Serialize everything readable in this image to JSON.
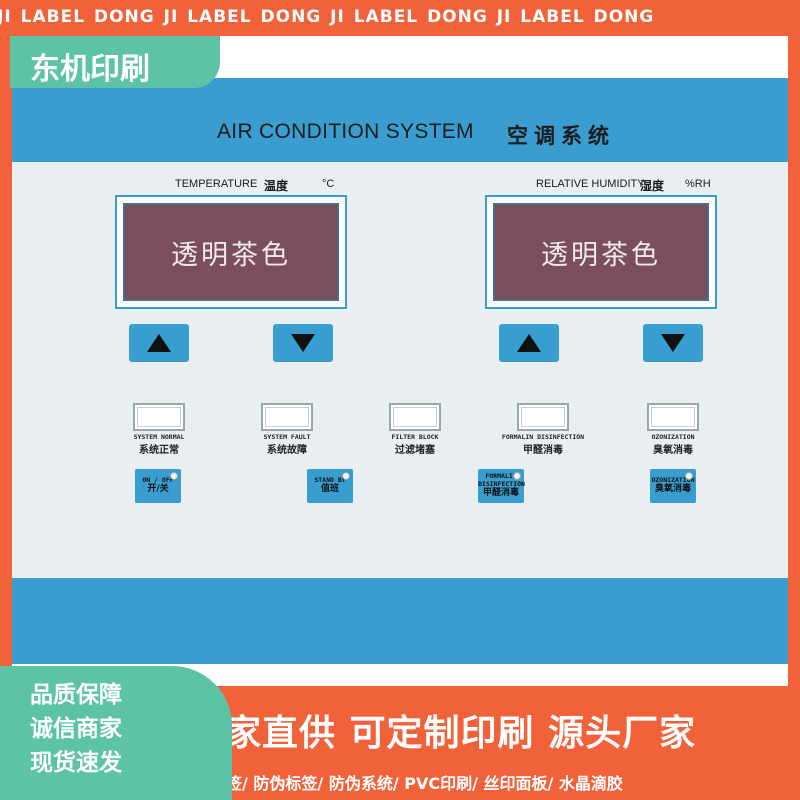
{
  "watermark": {
    "text": "NG JI LABEL     DONG JI LABEL     DONG JI LABEL DONG JI LABEL DONG"
  },
  "brand": {
    "name": "东机印刷"
  },
  "panel": {
    "title": "AIR CONDITION SYSTEM",
    "title_cn": "空调系统",
    "temperature": {
      "label": "TEMPERATURE",
      "label_cn": "温度",
      "unit": "°C",
      "display_text": "透明茶色"
    },
    "humidity": {
      "label": "RELATIVE HUMIDITY",
      "label_cn": "湿度",
      "unit": "%RH",
      "display_text": "透明茶色"
    },
    "indicators": [
      {
        "en": "SYSTEM NORMAL",
        "cn": "系统正常"
      },
      {
        "en": "SYSTEM FAULT",
        "cn": "系统故障"
      },
      {
        "en": "FILTER BLOCK",
        "cn": "过滤堵塞"
      },
      {
        "en": "FORMALIN DISINFECTION",
        "cn": "甲醛消毒"
      },
      {
        "en": "OZONIZATION",
        "cn": "臭氧消毒"
      }
    ],
    "keys": [
      {
        "en": "ON / OFF",
        "cn": "开/关"
      },
      {
        "en": "STAND BY",
        "cn": "值班"
      },
      {
        "en": "FORMALIN DISINFECTION",
        "cn": "甲醛消毒"
      },
      {
        "en": "OZONIZATION",
        "cn": "臭氧消毒"
      }
    ]
  },
  "promo": {
    "qualities": [
      "品质保障",
      "诚信商家",
      "现货速发"
    ],
    "headline": "厂家直供  可定制印刷  源头厂家",
    "categories": "卷筒标签/ 防伪标签/ 防伪系统/ PVC印刷/ 丝印面板/ 水晶滴胶"
  },
  "colors": {
    "frame_orange": "#f1613a",
    "accent_green": "#5cc3a6",
    "panel_blue": "#3a9dd0",
    "panel_bg": "#e9eef0",
    "screen_brown": "#7a4f5b"
  },
  "icons": {
    "up_arrow": "triangle-up-icon",
    "down_arrow": "triangle-down-icon",
    "led": "led-dot-icon"
  }
}
